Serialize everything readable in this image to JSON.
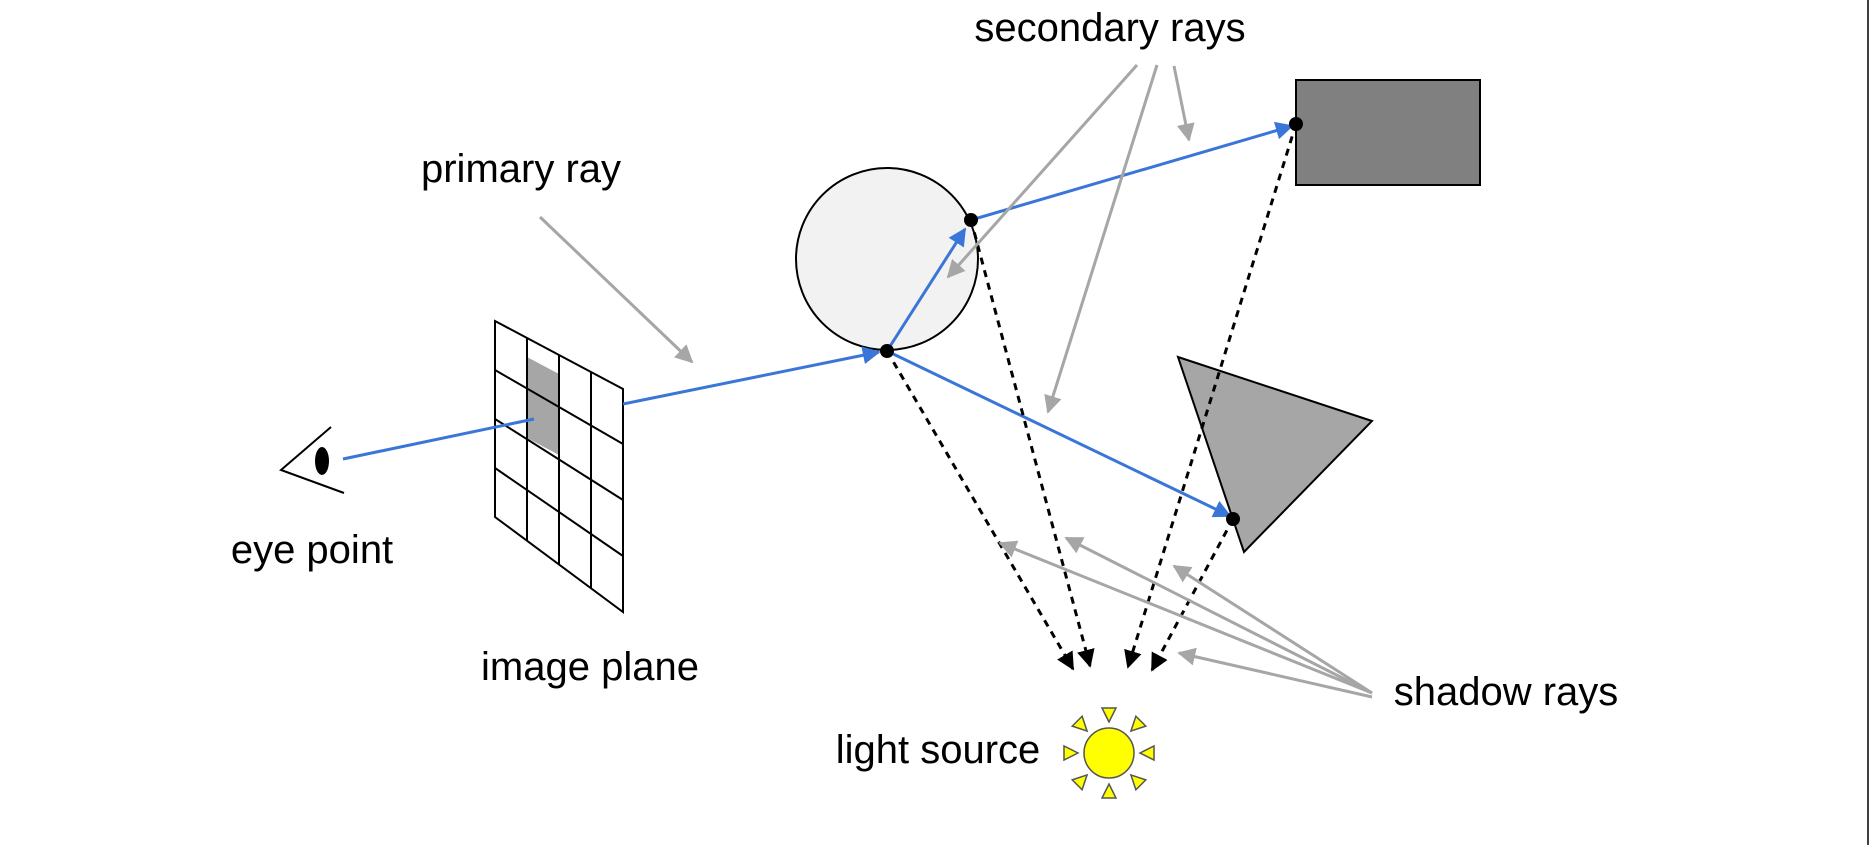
{
  "labels": {
    "secondary_rays": "secondary rays",
    "primary_ray": "primary ray",
    "eye_point": "eye point",
    "image_plane": "image plane",
    "light_source": "light source",
    "shadow_rays": "shadow rays"
  },
  "colors": {
    "ray": "#3a76d8",
    "pointer": "#a6a6a6",
    "shadow_ray": "#000000",
    "sphere_fill": "#f2f2f2",
    "box_fill": "#808080",
    "triangle_fill": "#a6a6a6",
    "pixel_fill": "#a6a6a6",
    "sun_fill": "#ffff00"
  },
  "icons": {
    "eye": "eye-icon",
    "sun": "sun-icon"
  }
}
